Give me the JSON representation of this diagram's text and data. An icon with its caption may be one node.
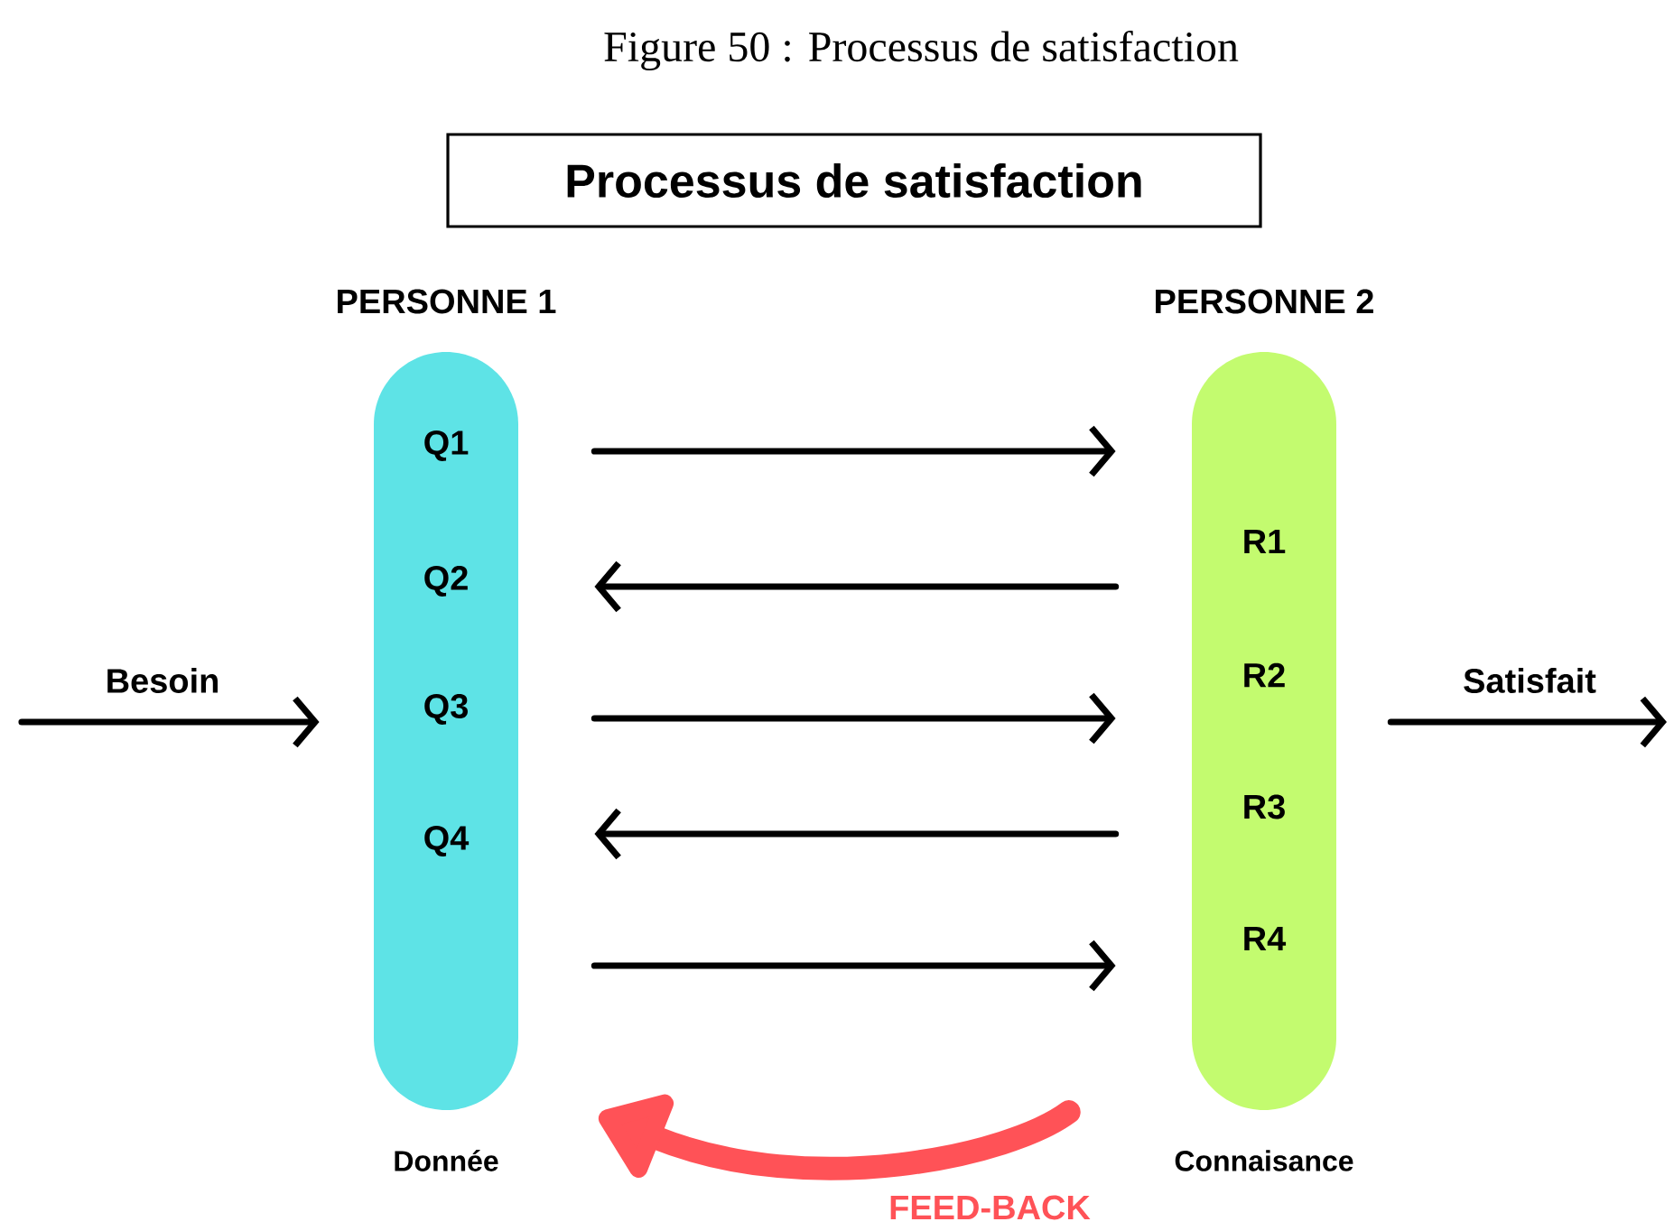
{
  "diagram": {
    "caption": "Figure 50 : Processus de satisfaction",
    "title": "Processus de satisfaction",
    "nodes": [
      {
        "text": [
          "PERSONNE 1",
          "Q1",
          "Q2",
          "Q3",
          "Q4"
        ],
        "beside": [
          "Donnée"
        ]
      },
      {
        "text": [
          "PERSONNE 2",
          "R1",
          "R2",
          "R3",
          "R4"
        ],
        "beside": [
          "Connaisance"
        ]
      }
    ],
    "edges": [
      {
        "from": null,
        "to": 0,
        "arrow": "to",
        "label": "Besoin"
      },
      {
        "from": 0,
        "to": 1,
        "arrow": "to"
      },
      {
        "from": 1,
        "to": 0,
        "arrow": "to"
      },
      {
        "from": 0,
        "to": 1,
        "arrow": "to"
      },
      {
        "from": 1,
        "to": 0,
        "arrow": "to"
      },
      {
        "from": 0,
        "to": 1,
        "arrow": "to"
      },
      {
        "from": 1,
        "to": null,
        "arrow": "to",
        "label": "Satisfait"
      },
      {
        "from": 1,
        "to": 0,
        "arrow": "to",
        "style": "thick",
        "color": "#ff5257",
        "label": "FEED-BACK"
      }
    ]
  }
}
